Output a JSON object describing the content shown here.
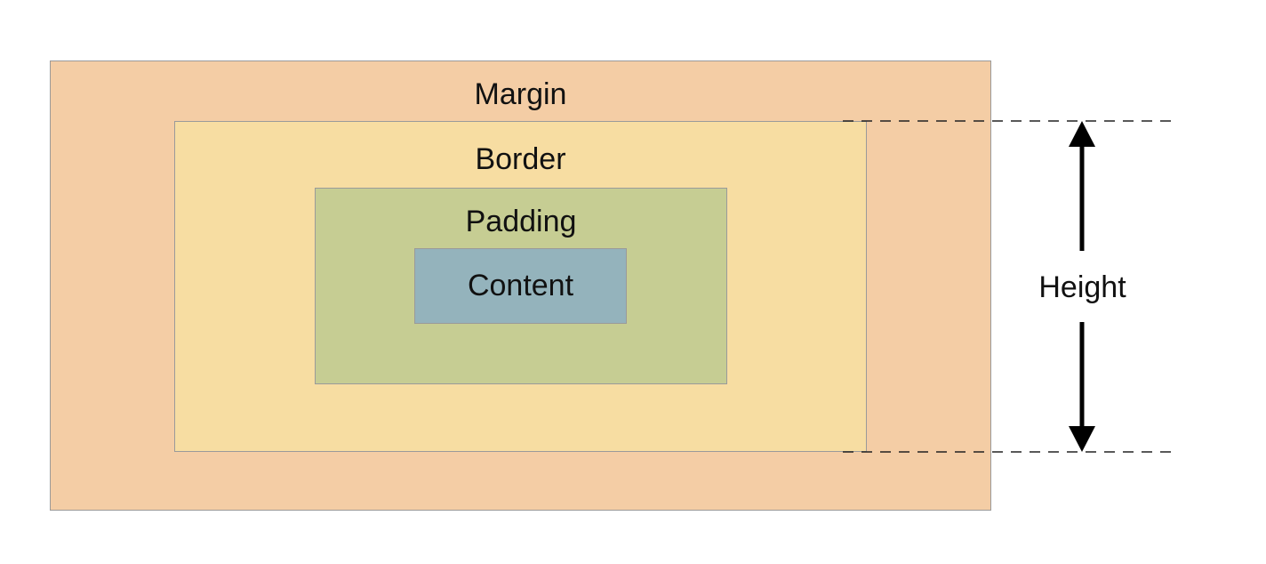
{
  "diagram": {
    "margin": {
      "label": "Margin",
      "fill": "#f4cda5"
    },
    "border": {
      "label": "Border",
      "fill": "#f7dda2"
    },
    "padding": {
      "label": "Padding",
      "fill": "#c6cd93"
    },
    "content": {
      "label": "Content",
      "fill": "#94b3bc"
    },
    "height": {
      "label": "Height"
    }
  }
}
